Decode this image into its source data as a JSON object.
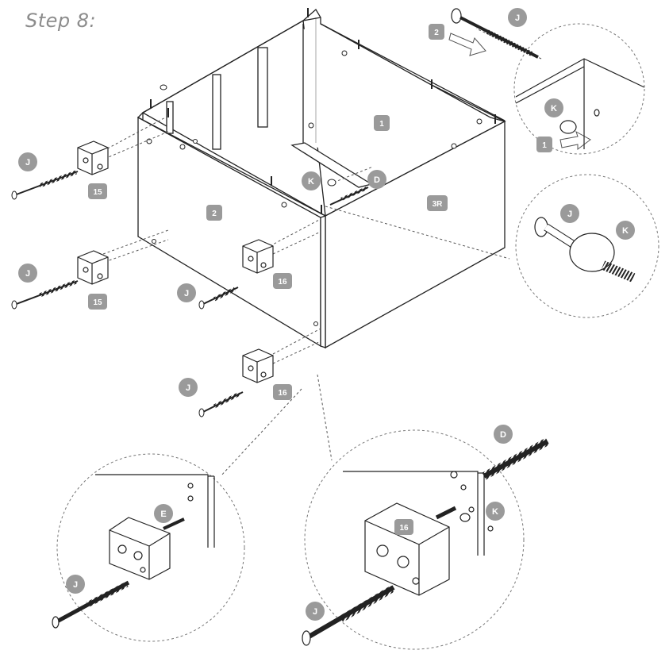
{
  "title": "Step 8:",
  "colors": {
    "line": "#222222",
    "badge": "#9a9a9a",
    "badge_text": "#ffffff",
    "dash": "#555555"
  },
  "labels": {
    "j_top": "J",
    "k_inset_top": "K",
    "arrow_2": "2",
    "arrow_1": "1",
    "j_left_1": "J",
    "j_left_2": "J",
    "j_mid": "J",
    "j_lower": "J",
    "k_center": "K",
    "d_center": "D",
    "j_inset_mid": "J",
    "k_inset_mid": "K",
    "d_inset_br": "D",
    "k_inset_br": "K",
    "j_inset_br": "J",
    "e_inset_bl": "E",
    "j_inset_bl": "J"
  },
  "parts": {
    "panel_back": "1",
    "panel_left": "2",
    "panel_right": "3R",
    "block_tl": "15",
    "block_ml": "15",
    "block_mid": "16",
    "block_low": "16",
    "block_inset": "16"
  },
  "icons": [
    "cam-bolt-icon",
    "cam-nut-icon",
    "dowel-icon",
    "screw-icon",
    "arrow-icon"
  ]
}
